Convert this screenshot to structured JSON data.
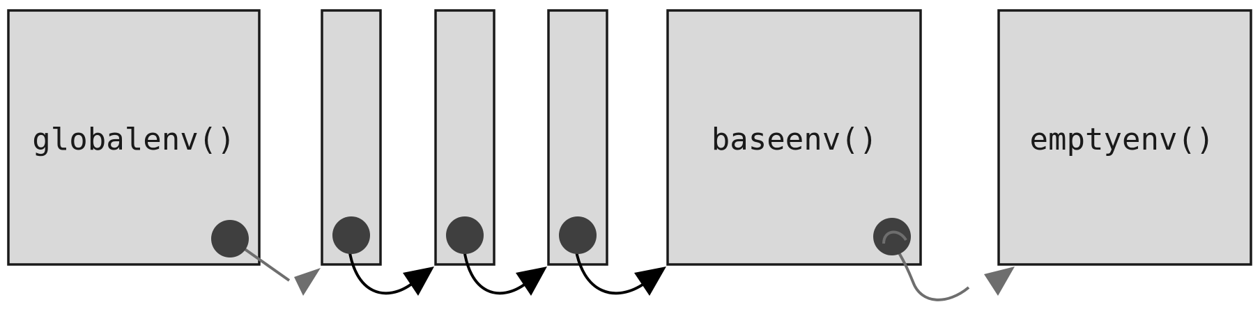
{
  "diagram": {
    "environments": [
      {
        "id": "globalenv",
        "label": "globalenv()"
      },
      {
        "id": "pkg1",
        "label": ""
      },
      {
        "id": "pkg2",
        "label": ""
      },
      {
        "id": "pkg3",
        "label": ""
      },
      {
        "id": "baseenv",
        "label": "baseenv()"
      },
      {
        "id": "emptyenv",
        "label": "emptyenv()"
      }
    ],
    "colors": {
      "box_fill": "#d9d9d9",
      "box_stroke": "#1a1a1a",
      "dot": "#3f3f3f",
      "arrow_gray": "#6e6e6e",
      "arrow_black": "#000000"
    }
  }
}
